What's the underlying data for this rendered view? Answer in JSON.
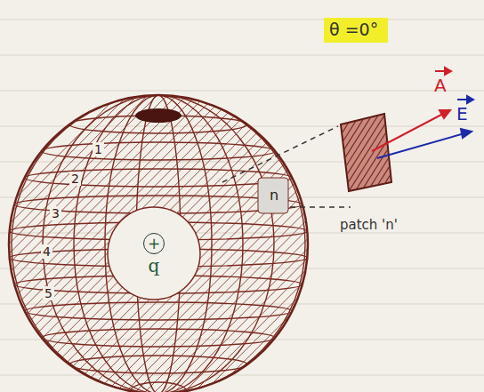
{
  "diagram": {
    "nodes": [
      {
        "text": [
          "+",
          "q"
        ]
      },
      {
        "text": [
          "n"
        ]
      }
    ],
    "labels": [
      "θ =0°",
      "1",
      "2",
      "3",
      "4",
      "5",
      "A",
      "E",
      "patch 'n'"
    ]
  }
}
